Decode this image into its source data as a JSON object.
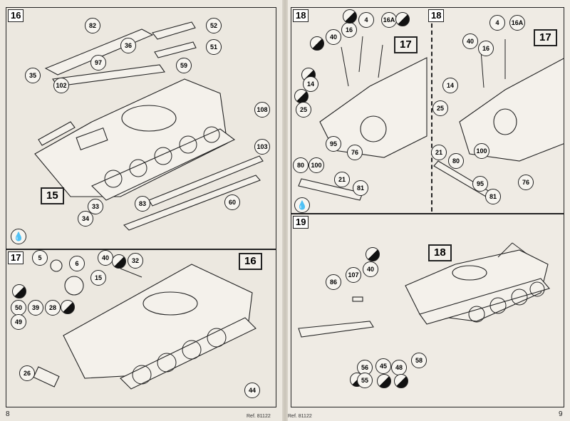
{
  "left_page": {
    "page_number": "8",
    "ref": "Ref. 81122",
    "step16": {
      "step_label": "16",
      "callout": "15",
      "parts": [
        "82",
        "52",
        "36",
        "51",
        "97",
        "59",
        "35",
        "102",
        "108",
        "103",
        "33",
        "83",
        "34",
        "60"
      ]
    },
    "step17": {
      "step_label": "17",
      "callout": "16",
      "parts": [
        "5",
        "6",
        "32",
        "15",
        "40",
        "39",
        "28",
        "50",
        "49",
        "26",
        "44"
      ]
    }
  },
  "right_page": {
    "page_number": "9",
    "ref": "Ref. 81122",
    "step18a": {
      "step_label": "18",
      "callout": "17",
      "parts": [
        "4",
        "16",
        "16A",
        "40",
        "14",
        "25",
        "95",
        "76",
        "80",
        "100",
        "21",
        "81"
      ]
    },
    "step18b": {
      "step_label": "18",
      "callout": "17",
      "parts": [
        "4",
        "16A",
        "40",
        "16",
        "14",
        "25",
        "21",
        "80",
        "100",
        "95",
        "81",
        "76"
      ]
    },
    "step19": {
      "step_label": "19",
      "callout": "18",
      "parts": [
        "40",
        "107",
        "86",
        "56",
        "55",
        "45",
        "48",
        "58"
      ]
    }
  },
  "colors": {
    "ink": "#222222",
    "paper": "#ece8e0"
  }
}
